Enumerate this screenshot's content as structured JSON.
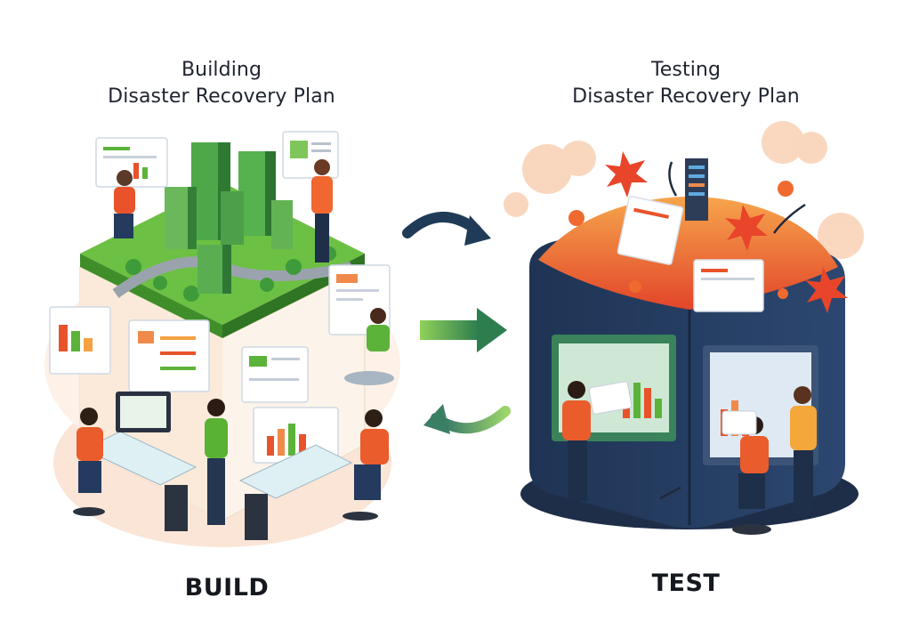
{
  "build": {
    "title_line1": "Building",
    "title_line2": "Disaster Recovery Plan",
    "caption": "BUILD"
  },
  "test": {
    "title_line1": "Testing",
    "title_line2": "Disaster Recovery Plan",
    "caption": "TEST"
  },
  "colors": {
    "green": "#5cb33a",
    "dark_green": "#2f7d32",
    "navy": "#243a5e",
    "orange": "#e8532b",
    "red_orange": "#d9381e",
    "peach": "#f7c8a6",
    "teal_arrow": "#1f3b57"
  },
  "icons": {
    "cycle_arrow_top": "curved-arrow-right",
    "center_arrow": "arrow-right",
    "cycle_arrow_bottom": "curved-arrow-left"
  }
}
